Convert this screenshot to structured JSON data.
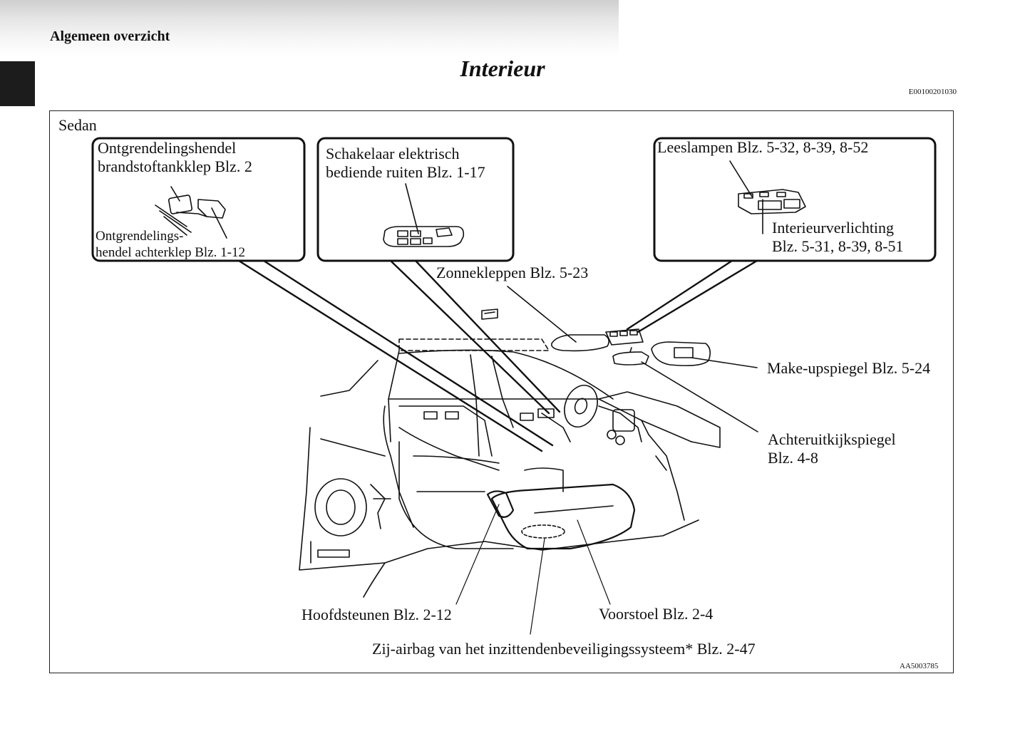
{
  "header": {
    "section_title": "Algemeen overzicht",
    "page_title": "Interieur",
    "doc_code": "E00100201030"
  },
  "figure": {
    "variant": "Sedan",
    "figure_code": "AA5003785",
    "callouts": {
      "fuel_lid": {
        "line1": "Ontgrendelingshendel",
        "line2": "brandstoftankklep Blz. 2"
      },
      "trunk_lid": {
        "line1": "Ontgrendelings-",
        "line2": "hendel achterklep Blz. 1-12"
      },
      "power_window": {
        "line1": "Schakelaar elektrisch",
        "line2": "bediende ruiten Blz. 1-17"
      },
      "reading_lamps": {
        "line1": "Leeslampen Blz. 5-32, 8-39, 8-52"
      },
      "interior_light": {
        "line1": "Interieurverlichting",
        "line2": "Blz. 5-31, 8-39, 8-51"
      },
      "sun_visors": {
        "line1": "Zonnekleppen Blz. 5-23"
      },
      "vanity_mirror": {
        "line1": "Make-upspiegel Blz. 5-24"
      },
      "rear_view_mirror": {
        "line1": "Achteruitkijkspiegel",
        "line2": "Blz. 4-8"
      },
      "headrests": {
        "line1": "Hoofdsteunen Blz. 2-12"
      },
      "front_seat": {
        "line1": "Voorstoel Blz. 2-4"
      },
      "side_airbag": {
        "line1": "Zij-airbag van het inzittendenbeveiligingssysteem* Blz. 2-47"
      }
    }
  }
}
